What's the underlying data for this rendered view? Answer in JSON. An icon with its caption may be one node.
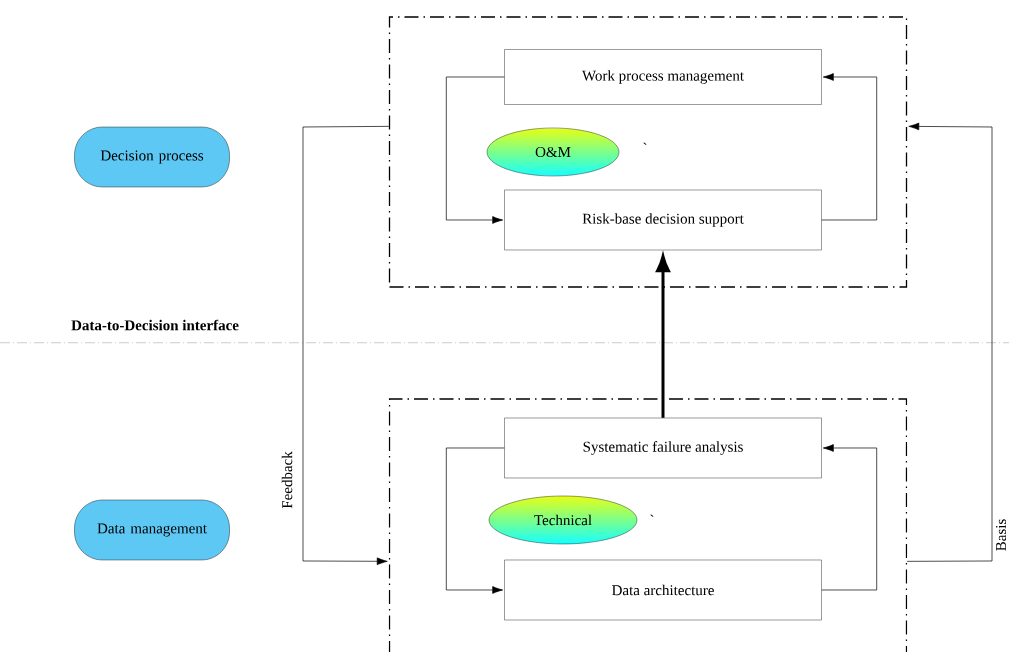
{
  "diagram": {
    "nodes": [
      {
        "text": [
          "Decision process"
        ]
      },
      {
        "text": [
          "Data management"
        ]
      },
      {
        "text": [],
        "shape": "box"
      },
      {
        "text": [
          "Work process management"
        ],
        "in": 2
      },
      {
        "text": [
          "O&M"
        ],
        "in": 2
      },
      {
        "text": [
          "Risk-base decision support"
        ],
        "in": 2
      },
      {
        "text": [],
        "shape": "box"
      },
      {
        "text": [
          "Systematic failure analysis"
        ],
        "in": 6
      },
      {
        "text": [
          "Technical"
        ],
        "in": 6
      },
      {
        "text": [
          "Data architecture"
        ],
        "in": 6
      }
    ],
    "edges": [
      {
        "from": 3,
        "to": 5,
        "arrow": "to"
      },
      {
        "from": 5,
        "to": 3,
        "arrow": "to"
      },
      {
        "from": 7,
        "to": 5,
        "arrow": "to",
        "style": "thick"
      },
      {
        "from": 7,
        "to": 9,
        "arrow": "to"
      },
      {
        "from": 9,
        "to": 7,
        "arrow": "to"
      },
      {
        "from": 2,
        "to": 6,
        "arrow": "to",
        "label": "Feedback"
      },
      {
        "from": 6,
        "to": 2,
        "arrow": "to",
        "label": "Basis"
      }
    ],
    "labels": [
      "Data-to-Decision interface",
      "`",
      "`"
    ]
  }
}
